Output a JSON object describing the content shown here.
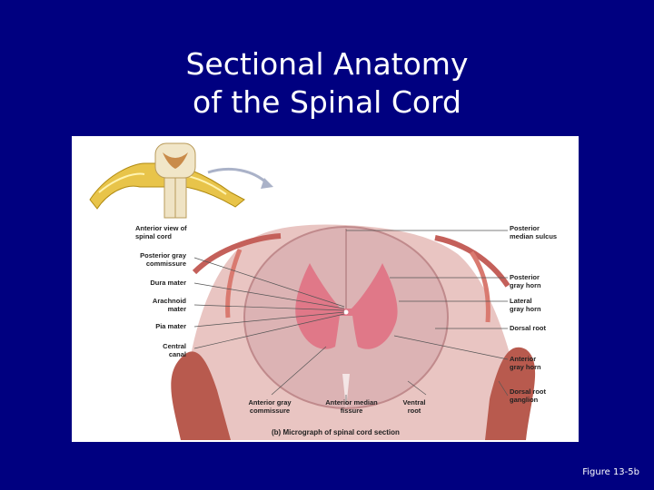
{
  "slide": {
    "title_line1": "Sectional Anatomy",
    "title_line2": "of the Spinal Cord",
    "figure_ref": "Figure 13-5b"
  },
  "figure": {
    "inset_label": "Anterior view of\nspinal cord",
    "caption": "(b) Micrograph of spinal cord section",
    "labels_left": {
      "posterior_gray_commissure": "Posterior gray\ncommissure",
      "dura_mater": "Dura mater",
      "arachnoid_mater": "Arachnoid\nmater",
      "pia_mater": "Pia mater",
      "central_canal": "Central\ncanal"
    },
    "labels_right": {
      "posterior_median_sulcus": "Posterior\nmedian sulcus",
      "posterior_gray_horn": "Posterior\ngray horn",
      "lateral_gray_horn": "Lateral\ngray horn",
      "dorsal_root": "Dorsal root",
      "anterior_gray_horn": "Anterior\ngray horn",
      "dorsal_root_ganglion": "Dorsal root\nganglion"
    },
    "labels_bottom": {
      "anterior_gray_commissure": "Anterior gray\ncommissure",
      "anterior_median_fissure": "Anterior median\nfissure",
      "ventral_root": "Ventral\nroot"
    }
  }
}
